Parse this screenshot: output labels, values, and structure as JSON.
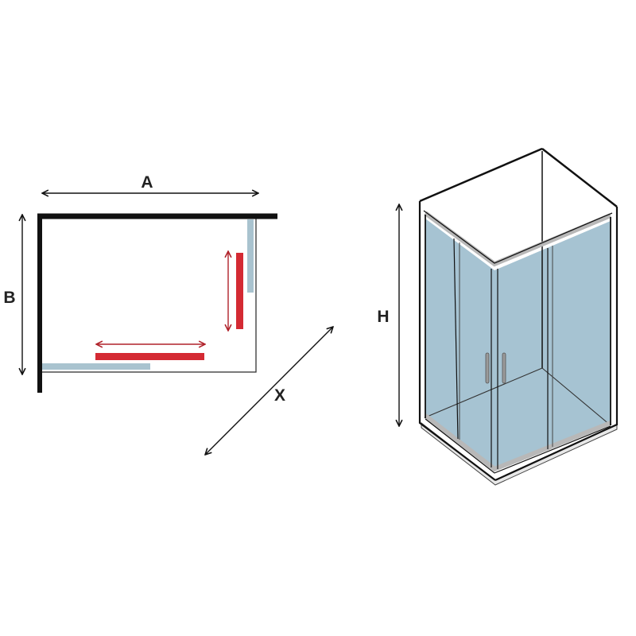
{
  "plan_view": {
    "dimension_labels": {
      "width": "A",
      "depth": "B",
      "diagonal": "X"
    },
    "colors": {
      "wall": "#111111",
      "fixed_glass": "#a9c3cf",
      "sliding_door": "#d42a33",
      "arrow": "#111111",
      "door_arrow": "#b0222a"
    }
  },
  "perspective_view": {
    "dimension_labels": {
      "height": "H"
    },
    "colors": {
      "frame": "#111111",
      "glass": "#a6c3d2",
      "profile": "#b8b8b8",
      "handle": "#9a9a9a"
    }
  }
}
